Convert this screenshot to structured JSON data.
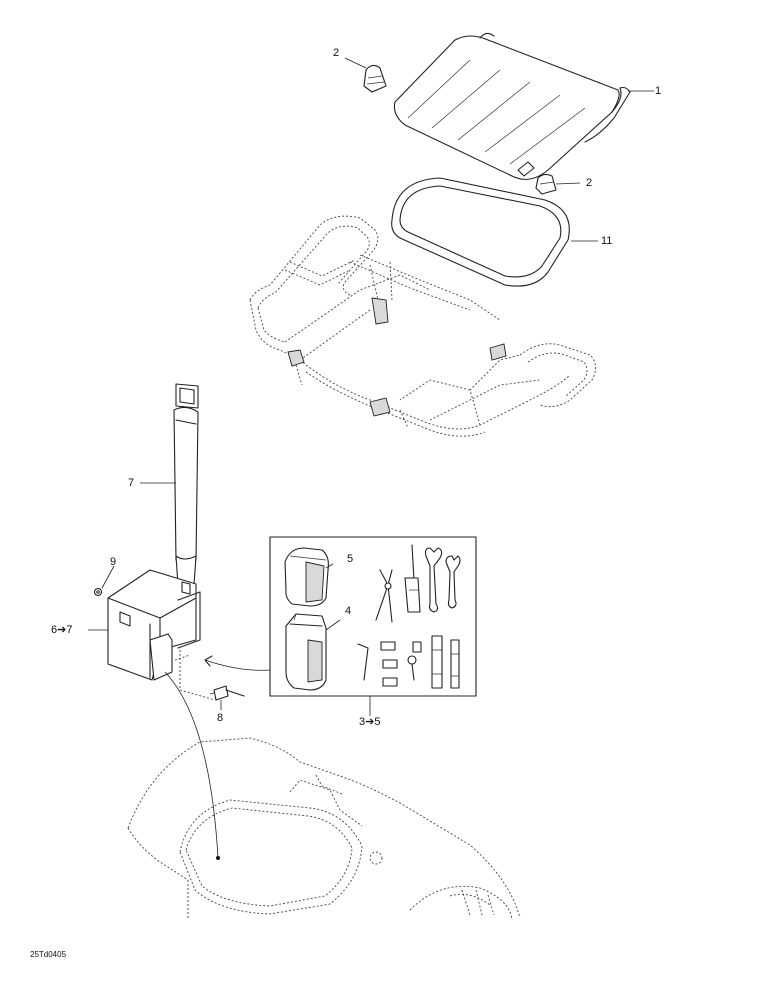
{
  "callouts": {
    "seat_cover": "1",
    "clip_top": "2",
    "clip_right": "2",
    "seal": "11",
    "strap": "7",
    "washer": "9",
    "tool_box": "6➔7",
    "cover": "5",
    "tool_case": "4",
    "rivet": "8",
    "tool_kit": "3➔5"
  },
  "drawing_code": "25Td0405"
}
